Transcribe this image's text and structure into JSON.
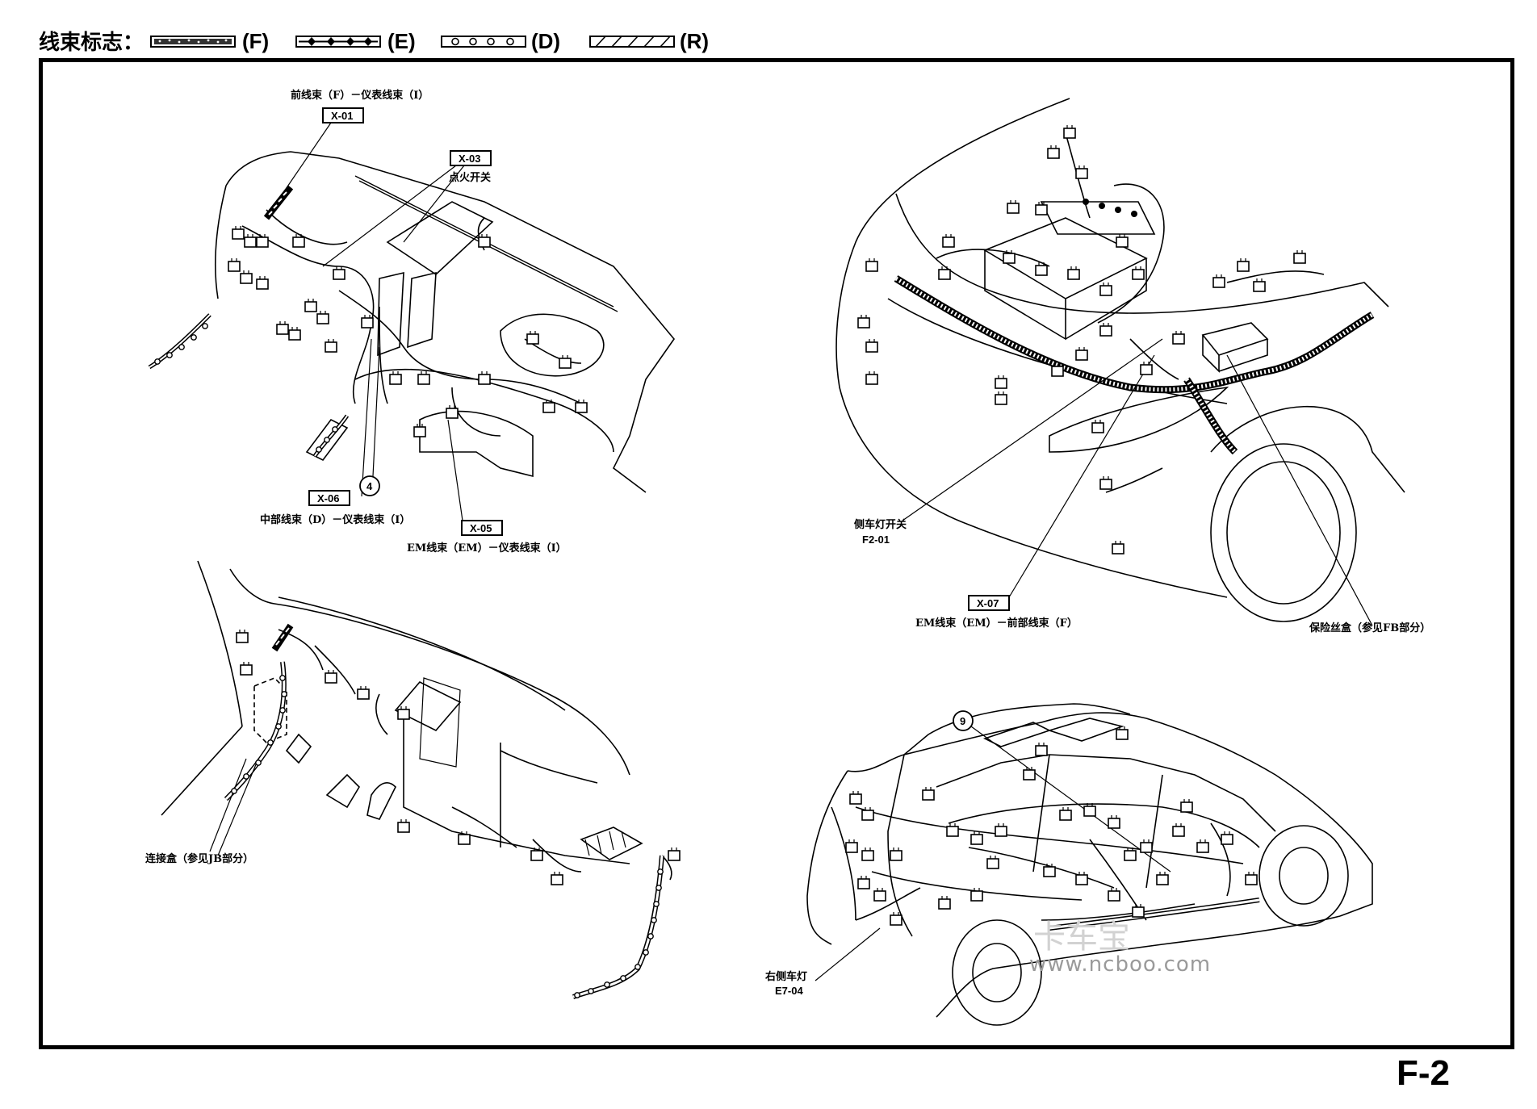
{
  "legend": {
    "title": "线束标志：",
    "items": [
      {
        "code": "(F)",
        "pattern": "filled-dots"
      },
      {
        "code": "(E)",
        "pattern": "diamonds"
      },
      {
        "code": "(D)",
        "pattern": "circles"
      },
      {
        "code": "(R)",
        "pattern": "hatch"
      }
    ]
  },
  "panels": {
    "instrument_panel": {
      "callouts": {
        "x01_code": "X-01",
        "x01_label": "前线束（F）－仪表线束（I）",
        "x03_code": "X-03",
        "x03_label": "点火开关",
        "x06_code": "X-06",
        "x06_label": "中部线束（D）－仪表线束（I）",
        "x05_code": "X-05",
        "x05_label": "EM线束（EM）－仪表线束（I）",
        "circle_4": "4"
      }
    },
    "engine_bay": {
      "callouts": {
        "side_lamp_switch_label": "侧车灯开关",
        "side_lamp_switch_code": "F2-01",
        "x07_code": "X-07",
        "x07_label": "EM线束（EM）－前部线束（F）",
        "fuse_box_label": "保险丝盒（参见FB部分）"
      }
    },
    "lower_dash": {
      "callouts": {
        "junction_box_label": "连接盒（参见JB部分）"
      }
    },
    "vehicle_body": {
      "callouts": {
        "circle_9": "9",
        "right_side_lamp_label": "右侧车灯",
        "right_side_lamp_code": "E7-04"
      }
    }
  },
  "watermark": {
    "text": "www.ncboo.com",
    "cn": "卡车宝"
  },
  "page_number": "F-2"
}
